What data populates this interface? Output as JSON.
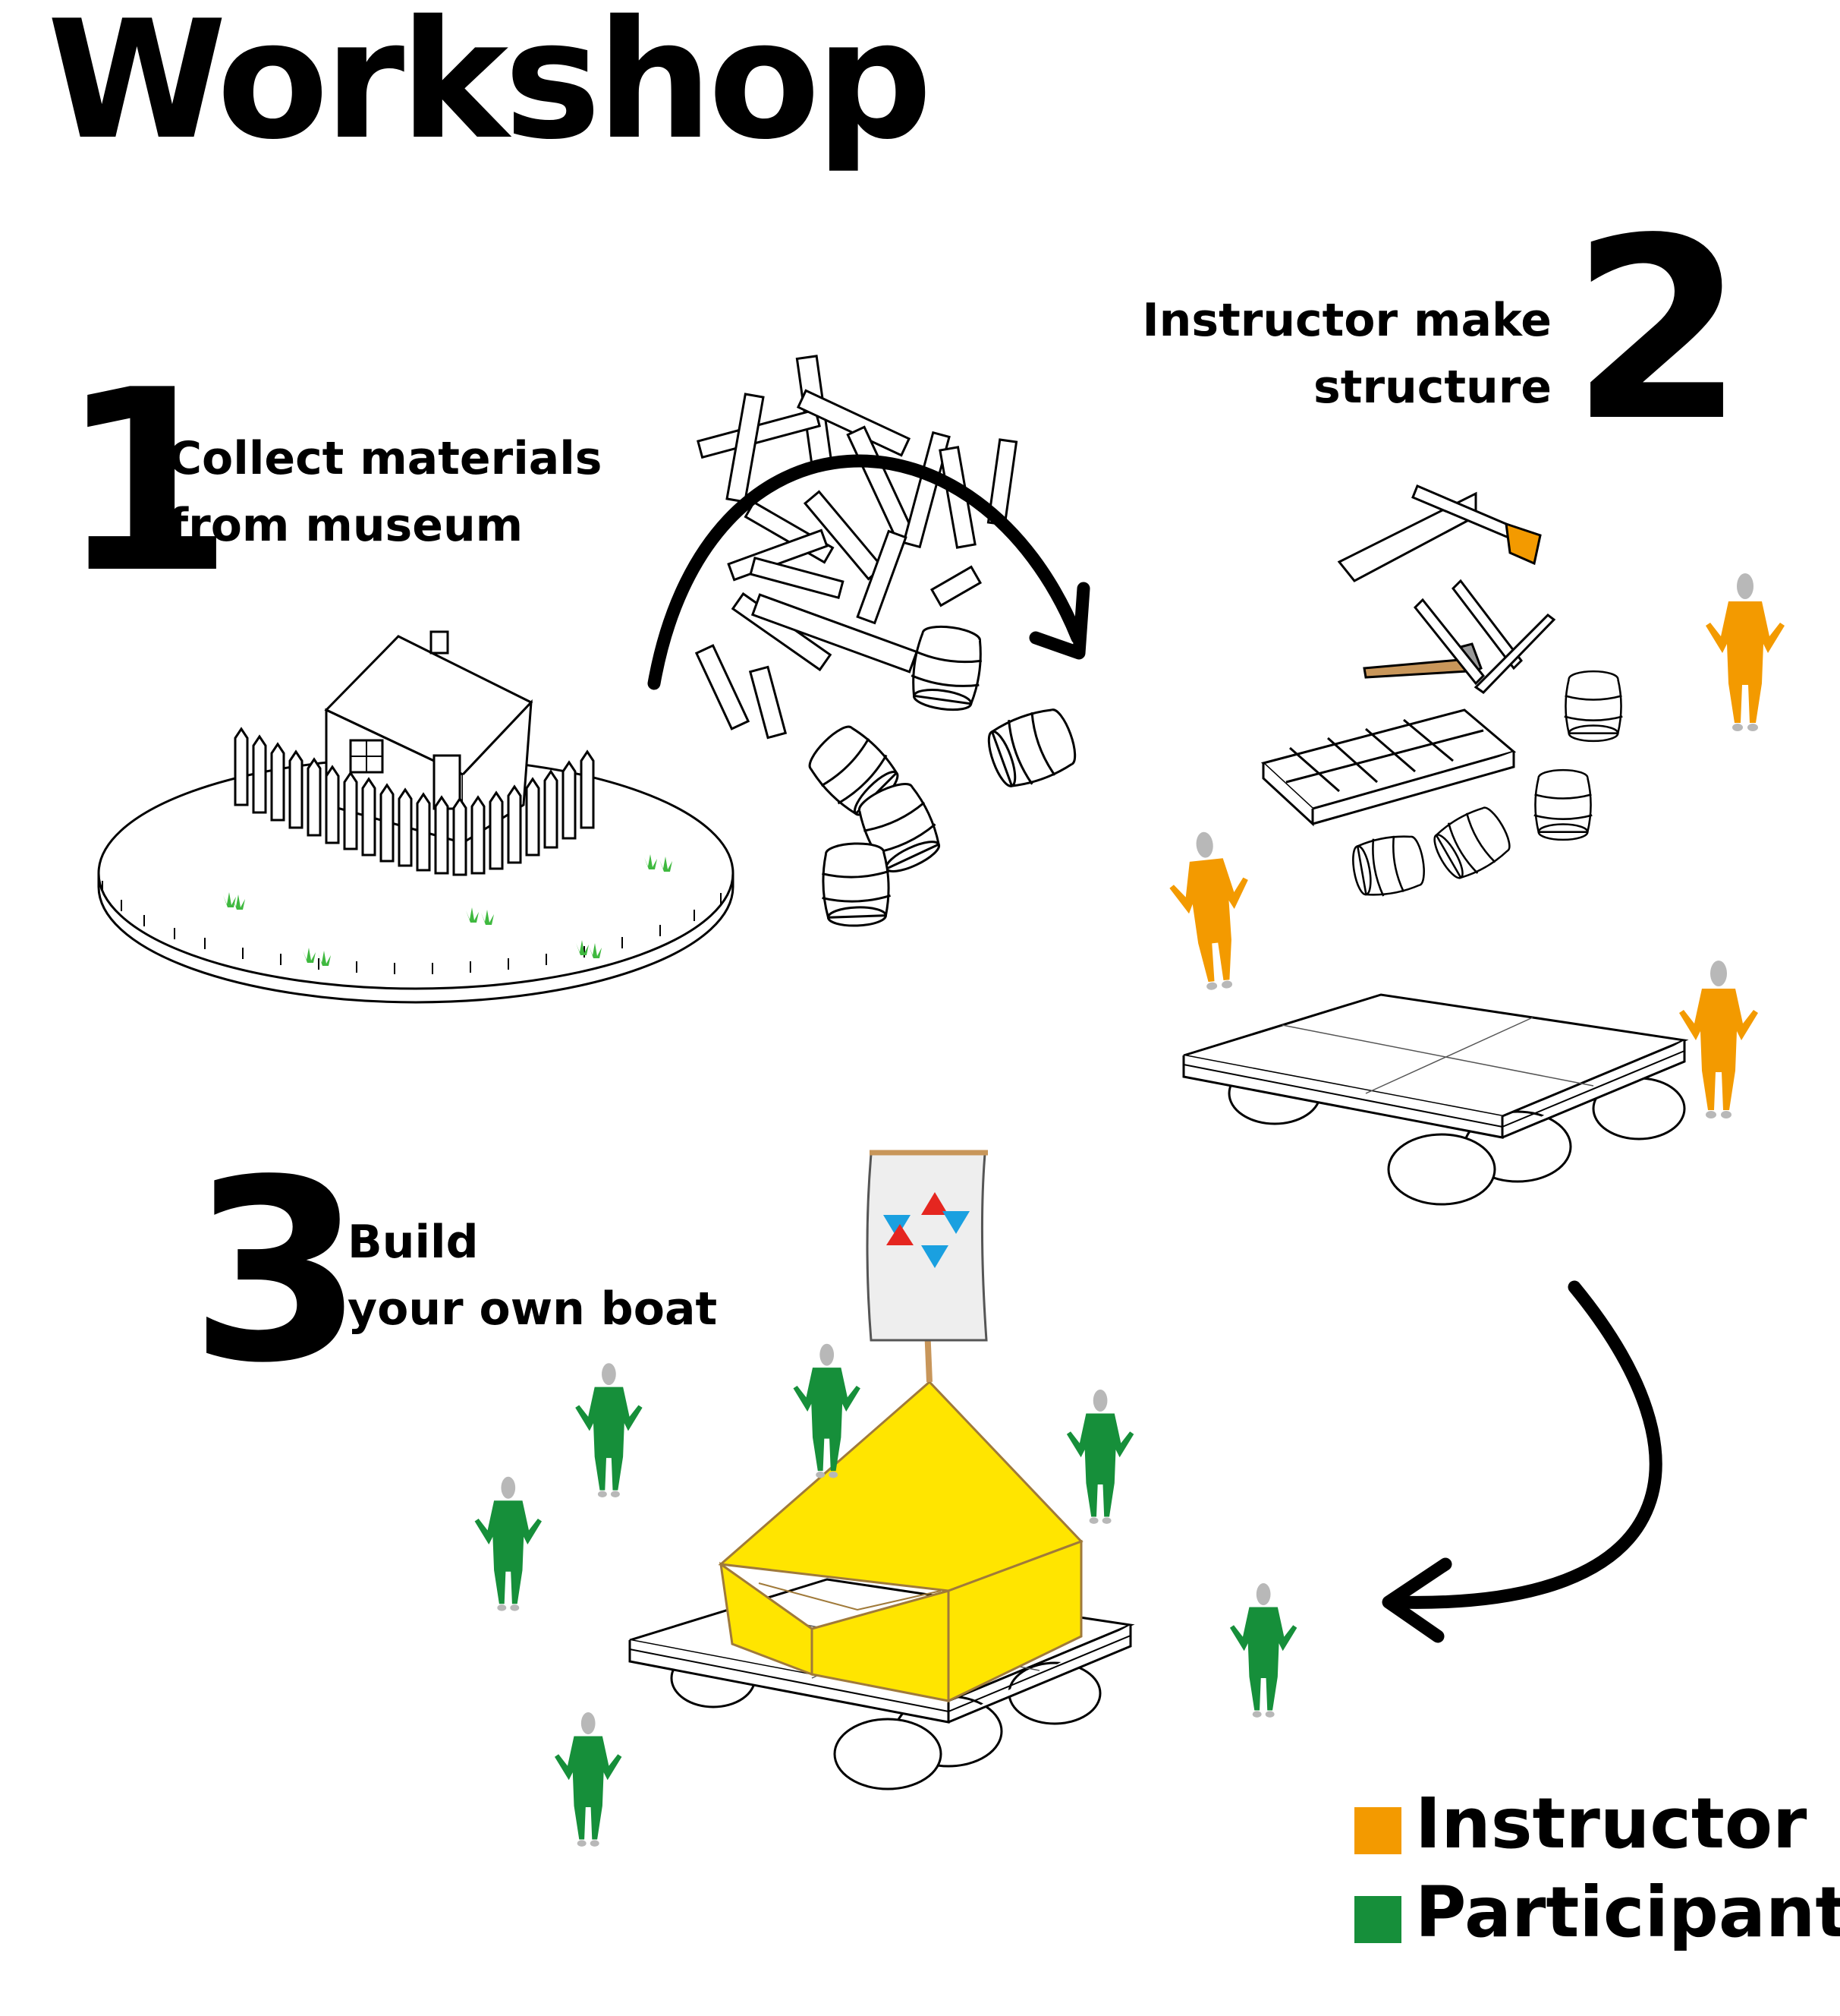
{
  "title": "Workshop",
  "steps": [
    {
      "number": "1",
      "lines": [
        "Collect materials",
        "from museum"
      ]
    },
    {
      "number": "2",
      "lines": [
        "Instructor make",
        "structure"
      ]
    },
    {
      "number": "3",
      "lines": [
        "Build",
        "your own boat"
      ]
    }
  ],
  "legend": [
    {
      "label": "Instructor",
      "color": "#f39a00"
    },
    {
      "label": "Participant",
      "color": "#168f3a"
    }
  ],
  "colors": {
    "sail_yellow": "#ffe500",
    "grass": "#3fb93f",
    "head_gray": "#b8b8b8",
    "logo_blue": "#1aa0e0",
    "logo_red": "#e52620"
  }
}
